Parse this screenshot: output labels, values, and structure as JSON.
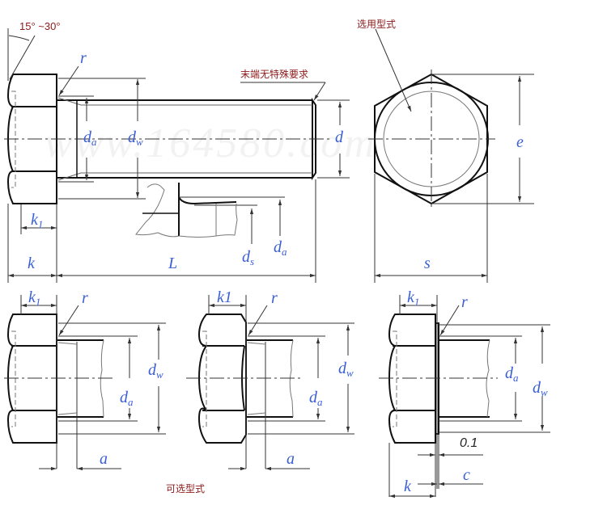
{
  "title": "Hex bolt dimension drawing",
  "watermark": "www.164580.com",
  "colors": {
    "label": "#3a5fd6",
    "note": "#8b1a1a",
    "line": "#111111",
    "thin": "#555555"
  },
  "notes": {
    "chamfer_angle": "15° ~30°",
    "end_note": "末端无特殊要求",
    "selected_type": "选用型式",
    "optional_type": "可选型式"
  },
  "main_view": {
    "labels": {
      "r": "r",
      "d": "d",
      "sub_a": "a",
      "sub_w": "w",
      "sub_s": "s",
      "k1": "k",
      "k1_sub": "1",
      "k": "k",
      "L": "L"
    }
  },
  "end_view": {
    "labels": {
      "e": "e",
      "s": "s"
    }
  },
  "variant1": {
    "labels": {
      "k1": "k",
      "k1_sub": "1",
      "r": "r",
      "d": "d",
      "sub_w": "w",
      "sub_a": "a",
      "a": "a"
    }
  },
  "variant2": {
    "labels": {
      "k1": "k1",
      "r": "r",
      "d": "d",
      "sub_w": "w",
      "sub_a": "a",
      "a": "a"
    }
  },
  "variant3": {
    "labels": {
      "k1": "k",
      "k1_sub": "1",
      "r": "r",
      "d": "d",
      "sub_a": "a",
      "sub_w": "w",
      "tolerance": "0.1",
      "c": "c",
      "k": "k"
    }
  }
}
